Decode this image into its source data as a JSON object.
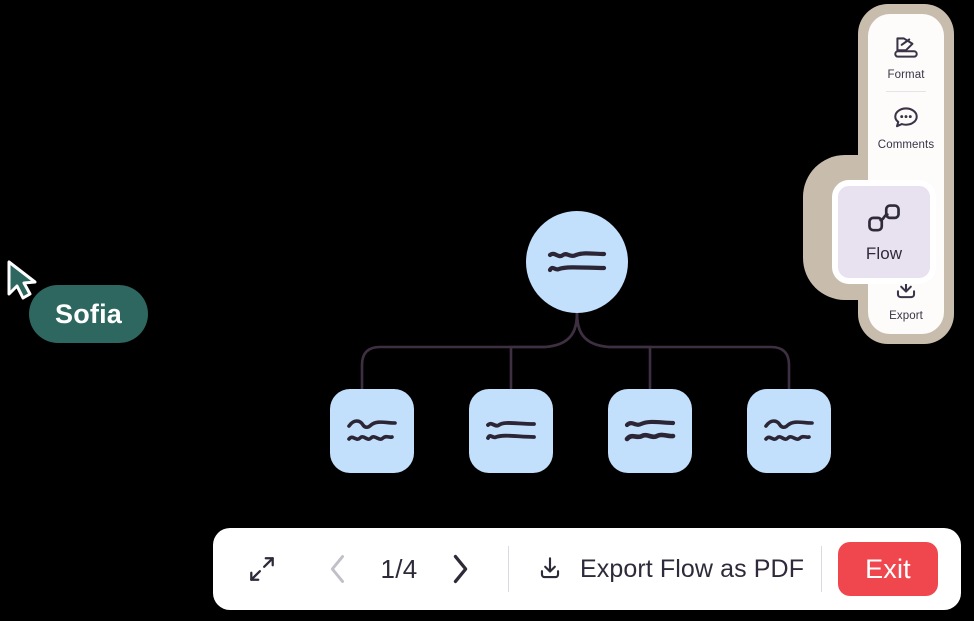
{
  "colors": {
    "canvas_background": "#000000",
    "node_fill": "#c2dffb",
    "node_stroke": "#2b2535",
    "connector": "#3e3042",
    "cursor_fill": "#2e675f",
    "name_pill_fill": "#2e675f",
    "sidebar_panel": "#fdfcfb",
    "sidebar_highlight": "#c8bcad",
    "active_item_fill": "#e7e1f0",
    "exit_button": "#f0474f",
    "toolbar_background": "#ffffff",
    "text_dark": "#2f2a3a",
    "chevron_disabled": "#c3bfc9"
  },
  "cursor": {
    "name": "Sofia",
    "icon": "arrow-cursor-icon"
  },
  "sidebar": {
    "items": [
      {
        "id": "format",
        "label": "Format",
        "icon": "format-paint-icon",
        "active": false
      },
      {
        "id": "comments",
        "label": "Comments",
        "icon": "comment-bubble-icon",
        "active": false
      },
      {
        "id": "flow",
        "label": "Flow",
        "icon": "flow-nodes-icon",
        "active": true
      },
      {
        "id": "export",
        "label": "Export",
        "icon": "download-icon",
        "active": false
      }
    ]
  },
  "toolbar": {
    "collapse_icon": "collapse-arrows-icon",
    "prev_icon": "chevron-left-icon",
    "next_icon": "chevron-right-icon",
    "page_indicator": "1/4",
    "current_page": 1,
    "total_pages": 4,
    "export_icon": "download-icon",
    "export_label": "Export Flow as PDF",
    "exit_label": "Exit"
  },
  "flow": {
    "root": {
      "id": "root",
      "shape": "circle",
      "icon": "scribble-two-lines"
    },
    "children": [
      {
        "id": "child-1",
        "shape": "rounded-square",
        "icon": "scribble-wavy-lines"
      },
      {
        "id": "child-2",
        "shape": "rounded-square",
        "icon": "scribble-two-lines"
      },
      {
        "id": "child-3",
        "shape": "rounded-square",
        "icon": "scribble-thick-lines"
      },
      {
        "id": "child-4",
        "shape": "rounded-square",
        "icon": "scribble-wavy-lines"
      }
    ]
  }
}
